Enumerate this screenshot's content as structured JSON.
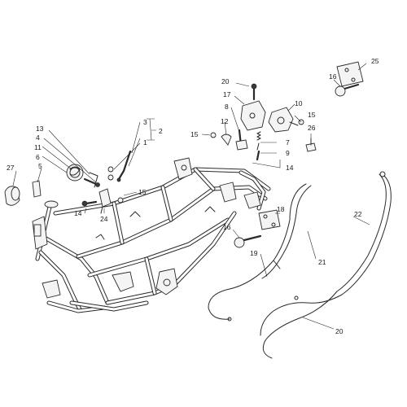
{
  "callouts": {
    "c1": "1",
    "c2": "2",
    "c3": "3",
    "c4": "4",
    "c5": "5",
    "c6": "6",
    "c7": "7",
    "c8": "8",
    "c9": "9",
    "c10": "10",
    "c11": "11",
    "c12": "12",
    "c13": "13",
    "c14a": "14",
    "c14b": "14",
    "c15a": "15",
    "c15b": "15",
    "c15c": "15",
    "c16a": "16",
    "c16b": "16",
    "c17": "17",
    "c18": "18",
    "c19": "19",
    "c20a": "20",
    "c20b": "20",
    "c21": "21",
    "c22": "22",
    "c24": "24",
    "c25": "25",
    "c26": "26",
    "c27": "27"
  }
}
